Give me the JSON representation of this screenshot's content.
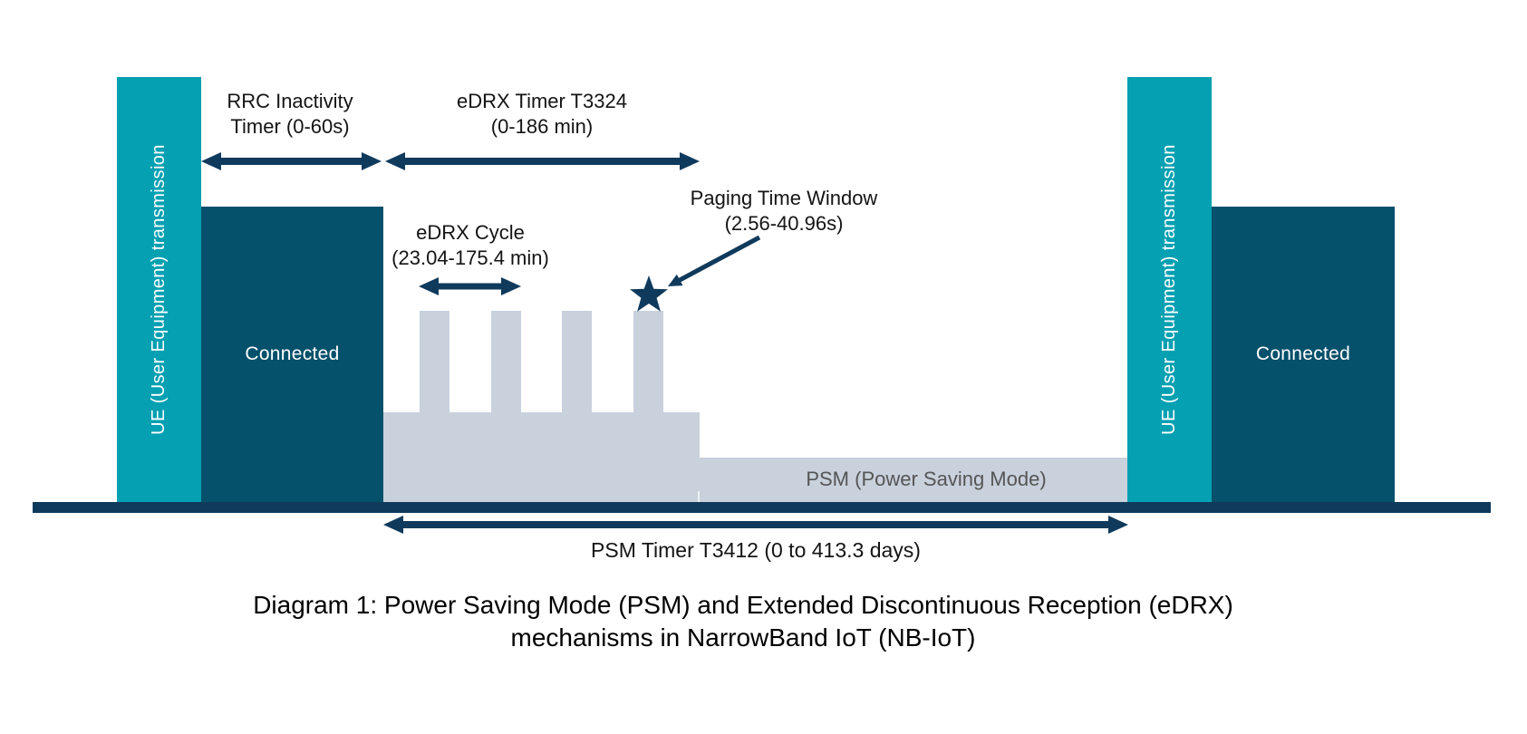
{
  "diagram": {
    "left_ue_bar": {
      "label": "UE (User Equipment) transmission"
    },
    "right_ue_bar": {
      "label": "UE (User Equipment) transmission"
    },
    "left_connected_block": {
      "label": "Connected"
    },
    "right_connected_block": {
      "label": "Connected"
    },
    "annotations": {
      "rrc_inactivity_timer": "RRC Inactivity\nTimer (0-60s)",
      "edrx_timer": "eDRX Timer T3324\n(0-186 min)",
      "edrx_cycle": "eDRX Cycle\n(23.04-175.4 min)",
      "paging_time_window": "Paging Time Window\n(2.56-40.96s)",
      "psm_block": "PSM (Power Saving Mode)",
      "psm_timer": "PSM Timer T3412 (0 to 413.3 days)"
    },
    "caption": "Diagram 1: Power Saving Mode (PSM) and Extended Discontinuous Reception (eDRX)\nmechanisms in NarrowBand IoT (NB-IoT)",
    "colors": {
      "teal": "#05a0b2",
      "connected_navy": "#05506b",
      "line_navy": "#0f3a5c",
      "sleep_gray": "#c8d1dc",
      "psm_text_gray": "#555555"
    },
    "icons": {
      "star": "paging-occasion-star"
    }
  }
}
